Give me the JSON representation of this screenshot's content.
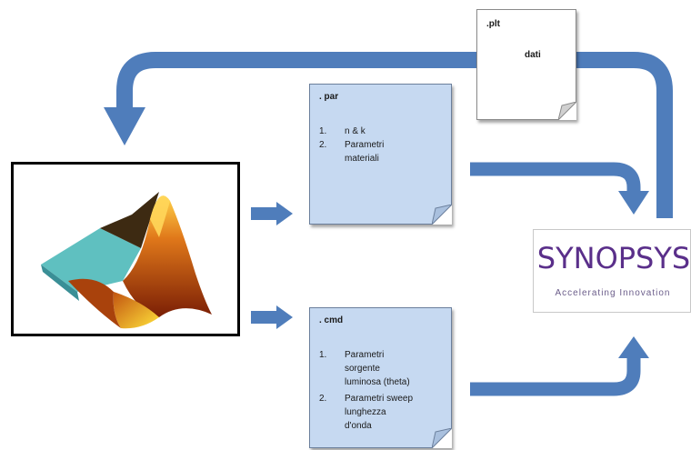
{
  "docs": {
    "par": {
      "title": ". par",
      "items": [
        {
          "num": "1.",
          "text": "n & k"
        },
        {
          "num": "2.",
          "text": "Parametri\nmateriali"
        }
      ]
    },
    "cmd": {
      "title": ". cmd",
      "items": [
        {
          "num": "1.",
          "text": "Parametri\nsorgente\nluminosa (theta)"
        },
        {
          "num": "2.",
          "text": "Parametri sweep\nlunghezza\nd'onda"
        }
      ]
    },
    "plt": {
      "title": ".plt",
      "body": "dati"
    }
  },
  "logos": {
    "synopsys_name": "SYNOPSYS",
    "synopsys_tagline": "Accelerating Innovation"
  },
  "colors": {
    "arrow": "#4f7dbb",
    "doc_fill": "#c6d9f1",
    "synopsys_purple": "#5a2f8a"
  }
}
